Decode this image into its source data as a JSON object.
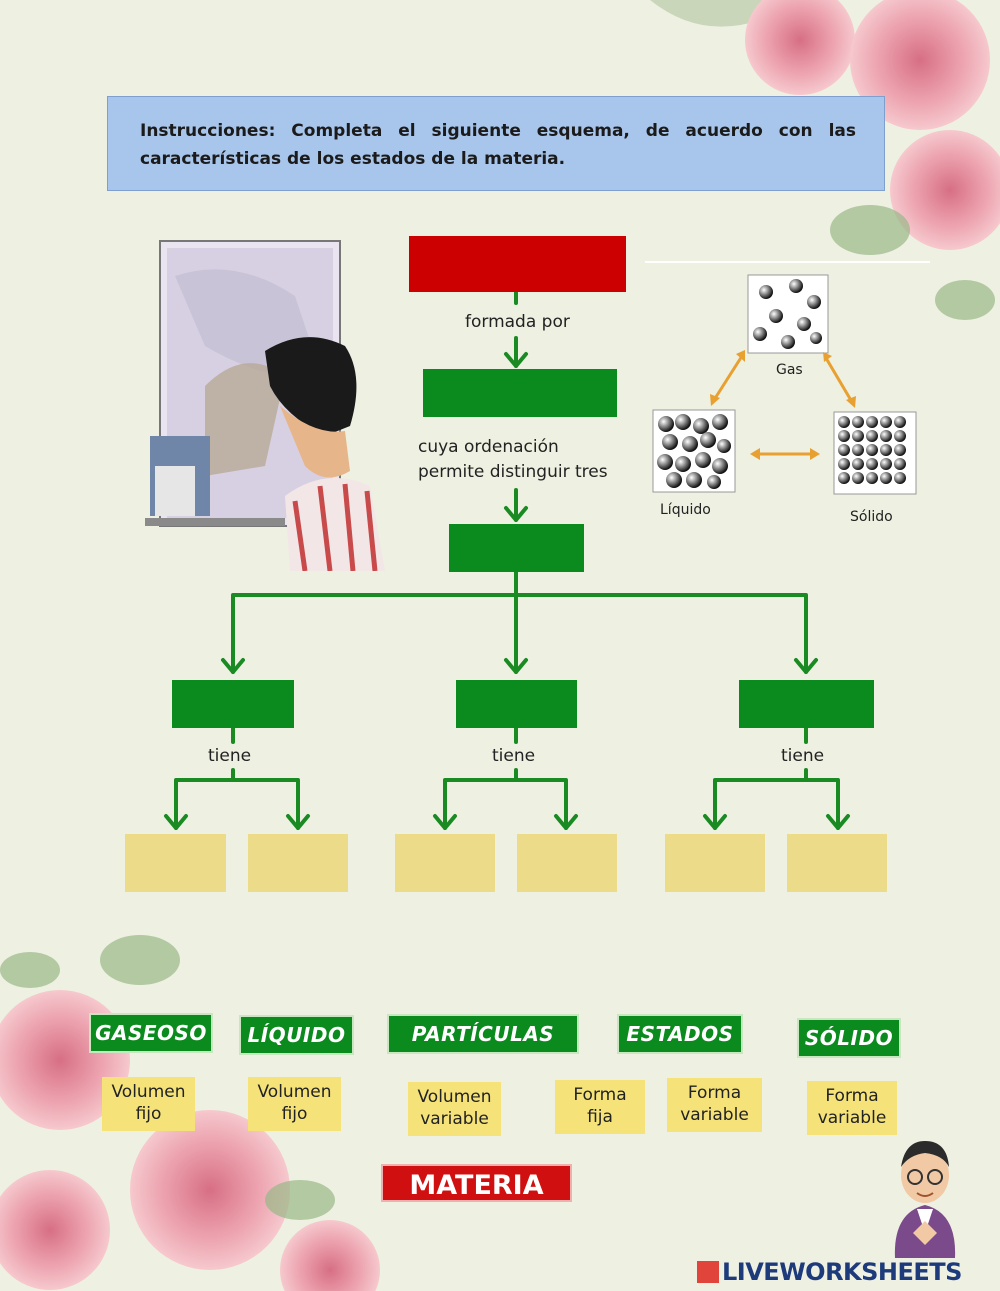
{
  "instructions": "Instrucciones: Completa el siguiente esquema, de acuerdo con las características de los estados de la materia.",
  "diagram": {
    "connector_1": "formada por",
    "connector_2_line1": "cuya ordenación",
    "connector_2_line2": "permite distinguir tres",
    "tiene": "tiene"
  },
  "states_figure": {
    "gas": "Gas",
    "liquido": "Líquido",
    "solido": "Sólido"
  },
  "word_bank": [
    "GASEOSO",
    "LÍQUIDO",
    "PARTÍCULAS",
    "ESTADOS",
    "SÓLIDO"
  ],
  "property_cards": [
    {
      "line1": "Volumen",
      "line2": "fijo"
    },
    {
      "line1": "Volumen",
      "line2": "fijo"
    },
    {
      "line1": "Volumen",
      "line2": "variable"
    },
    {
      "line1": "Forma",
      "line2": "fija"
    },
    {
      "line1": "Forma",
      "line2": "variable"
    },
    {
      "line1": "Forma",
      "line2": "variable"
    }
  ],
  "materia_card": "MATERIA",
  "logo": "LIVEWORKSHEETS",
  "colors": {
    "box_green": "#0b8a1e",
    "box_red": "#cc0000",
    "box_yellow": "#ecdc8a",
    "instructions_bg": "#a8c6eb"
  }
}
